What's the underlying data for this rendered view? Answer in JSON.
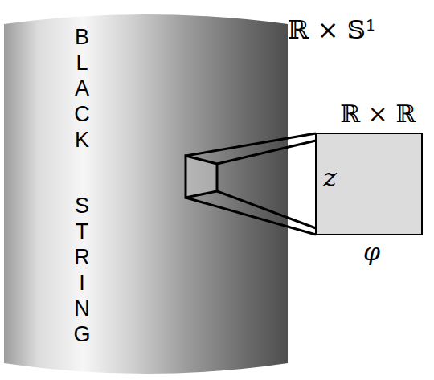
{
  "diagram": {
    "nodes": [
      {
        "text": [
          "BLACK STRING"
        ]
      },
      {
        "text": [
          "z"
        ]
      }
    ],
    "labels": [
      "ℝ × 𝕊¹",
      "ℝ × ℝ",
      "φ"
    ]
  }
}
